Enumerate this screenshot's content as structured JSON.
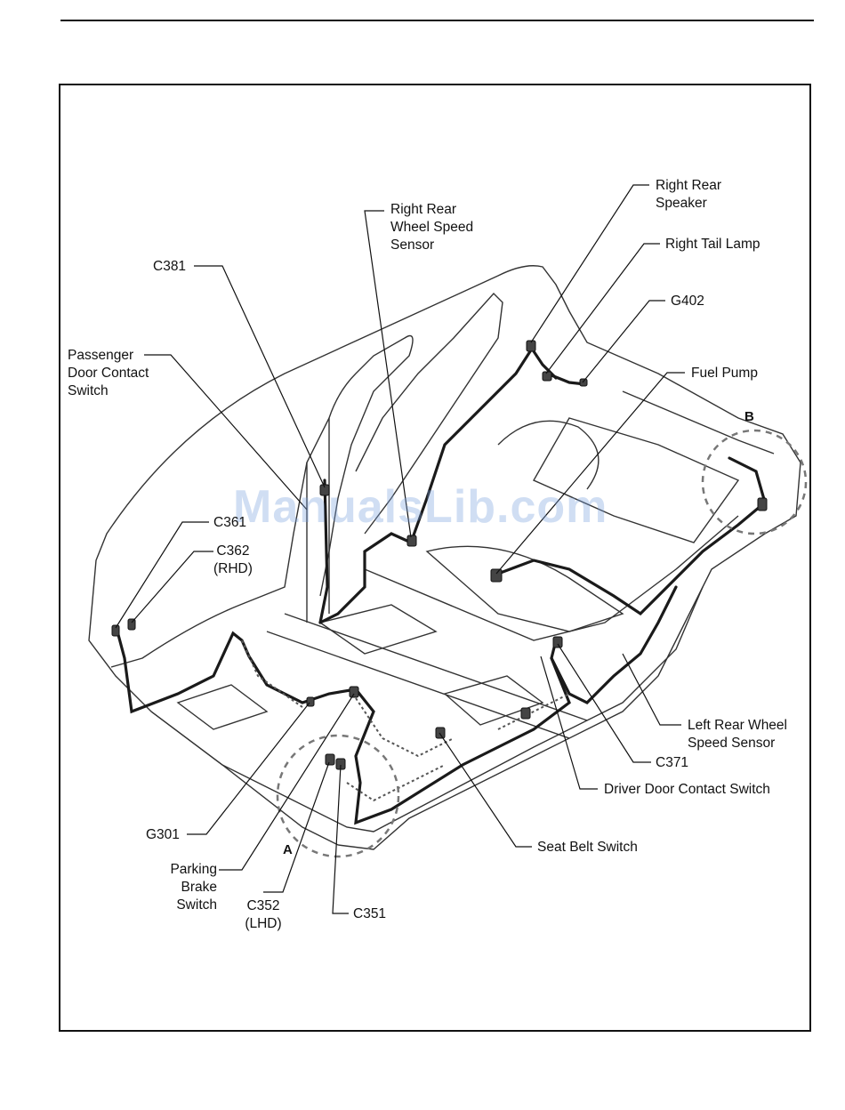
{
  "watermark": "ManualsLib.com",
  "callouts": {
    "right_rear_speaker": [
      "Right Rear",
      "Speaker"
    ],
    "right_tail_lamp": "Right Tail Lamp",
    "g402": "G402",
    "right_rear_wheel_speed_sensor": [
      "Right Rear",
      "Wheel Speed",
      "Sensor"
    ],
    "c381": "C381",
    "passenger_door_contact_switch": [
      "Passenger",
      "Door Contact",
      "Switch"
    ],
    "fuel_pump": "Fuel Pump",
    "b": "B",
    "c361": "C361",
    "c362": [
      "C362",
      "(RHD)"
    ],
    "left_rear_wheel_speed_sensor": [
      "Left Rear Wheel",
      "Speed Sensor"
    ],
    "c371": "C371",
    "driver_door_contact_switch": "Driver Door Contact Switch",
    "seat_belt_switch": "Seat Belt Switch",
    "g301": "G301",
    "a": "A",
    "parking_brake_switch": [
      "Parking",
      "Brake",
      "Switch"
    ],
    "c352": [
      "C352",
      "(LHD)"
    ],
    "c351": "C351"
  }
}
